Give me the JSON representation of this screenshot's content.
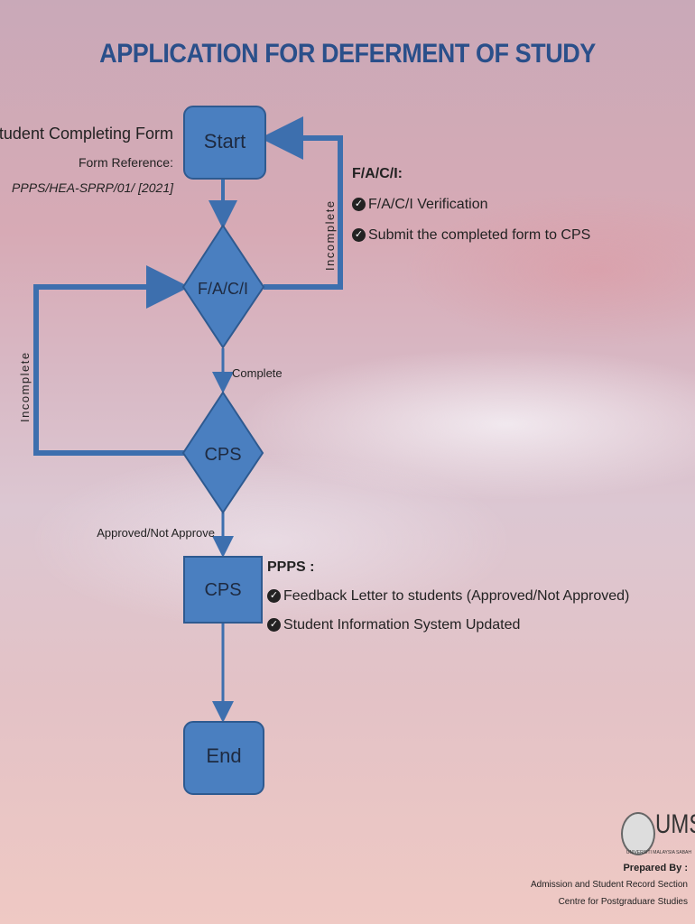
{
  "title": "APPLICATION FOR DEFERMENT OF STUDY",
  "left_note": {
    "heading": "Student Completing Form",
    "ref_label": "Form  Reference:",
    "ref_value": "PPPS/HEA-SPRP/01/  [2021]"
  },
  "nodes": {
    "start": "Start",
    "faci": "F/A/C/I",
    "cps_decision": "CPS",
    "cps_process": "CPS",
    "end": "End"
  },
  "edge_labels": {
    "incomplete_right": "Incomplete",
    "incomplete_left": "Incomplete",
    "complete": "Complete",
    "approved": "Approved/Not  Approve"
  },
  "faci_note": {
    "heading": "F/A/C/I:",
    "items": [
      "F/A/C/I Verification",
      "Submit the completed form to CPS"
    ]
  },
  "ppps_note": {
    "heading": "PPPS :",
    "items": [
      "Feedback Letter to students (Approved/Not Approved)",
      "Student Information System Updated"
    ]
  },
  "footer": {
    "logo_text": "UMS",
    "logo_subtext": "UNIVERSITI MALAYSIA SABAH",
    "prepared_by": "Prepared By :",
    "section": "Admission and Student Record Section",
    "centre": "Centre for Postgraduare Studies"
  },
  "colors": {
    "node_fill": "#4a7fc0",
    "node_stroke": "#2e5a90",
    "title": "#2a4f8a"
  }
}
